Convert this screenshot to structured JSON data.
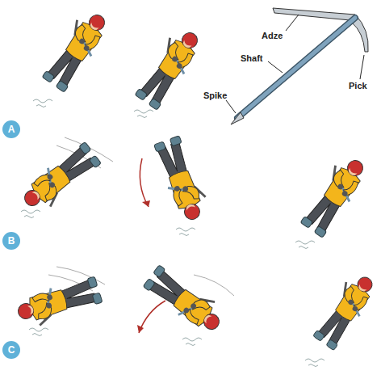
{
  "diagram": {
    "nodes": [
      {
        "text": [
          "A"
        ]
      },
      {
        "text": [
          "B"
        ]
      },
      {
        "text": [
          "C"
        ]
      }
    ],
    "labels": [
      "Adze",
      "Shaft",
      "Pick",
      "Spike"
    ]
  }
}
